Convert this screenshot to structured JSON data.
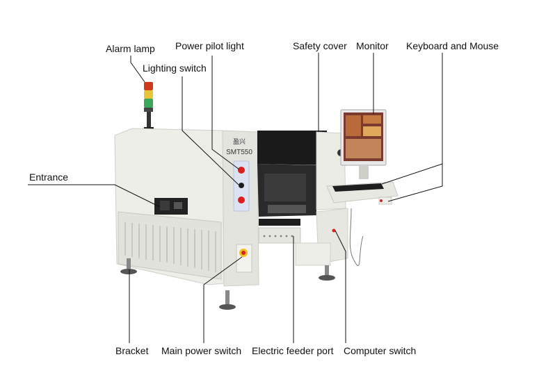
{
  "labels": {
    "alarm_lamp": "Alarm lamp",
    "power_pilot_light": "Power pilot light",
    "lighting_switch": "Lighting switch",
    "safety_cover": "Safety cover",
    "monitor": "Monitor",
    "keyboard_and_mouse": "Keyboard and Mouse",
    "entrance": "Entrance",
    "bracket": "Bracket",
    "main_power_switch": "Main power switch",
    "electric_feeder_port": "Electric feeder port",
    "computer_switch": "Computer switch"
  },
  "machine": {
    "brand": "盈兴",
    "model": "SMT550"
  },
  "colors": {
    "background": "#ffffff",
    "machine_body": "#ecebe6",
    "panel": "#dde3f0",
    "dark": "#1c1c1c",
    "red": "#d8201e",
    "leader_line": "#111111"
  }
}
